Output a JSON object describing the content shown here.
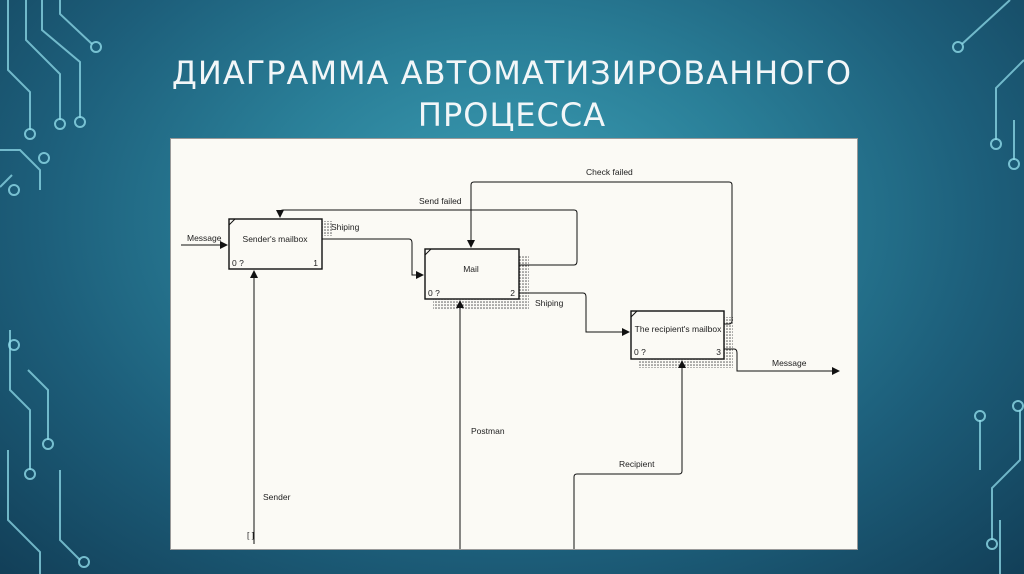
{
  "slide": {
    "title_line1": "ДИАГРАММА АВТОМАТИЗИРОВАННОГО",
    "title_line2": "ПРОЦЕССА"
  },
  "diagram": {
    "boxes": [
      {
        "label": "Sender's mailbox",
        "number": "1",
        "cost": "0 ?"
      },
      {
        "label": "Mail",
        "number": "2",
        "cost": "0 ?"
      },
      {
        "label": "The recipient's mailbox",
        "number": "3",
        "cost": "0 ?"
      }
    ],
    "arrows": {
      "message_in": "Message",
      "shiping_1": "Shiping",
      "shiping_2": "Shiping",
      "message_out": "Message",
      "send_failed": "Send failed",
      "check_failed": "Check failed",
      "sender": "Sender",
      "postman": "Postman",
      "recipient": "Recipient",
      "tunnel": "[ ]"
    }
  },
  "colors": {
    "accent_line": "#7fd6e6",
    "background_center": "#3d9fb5",
    "background_edge": "#123f58"
  }
}
